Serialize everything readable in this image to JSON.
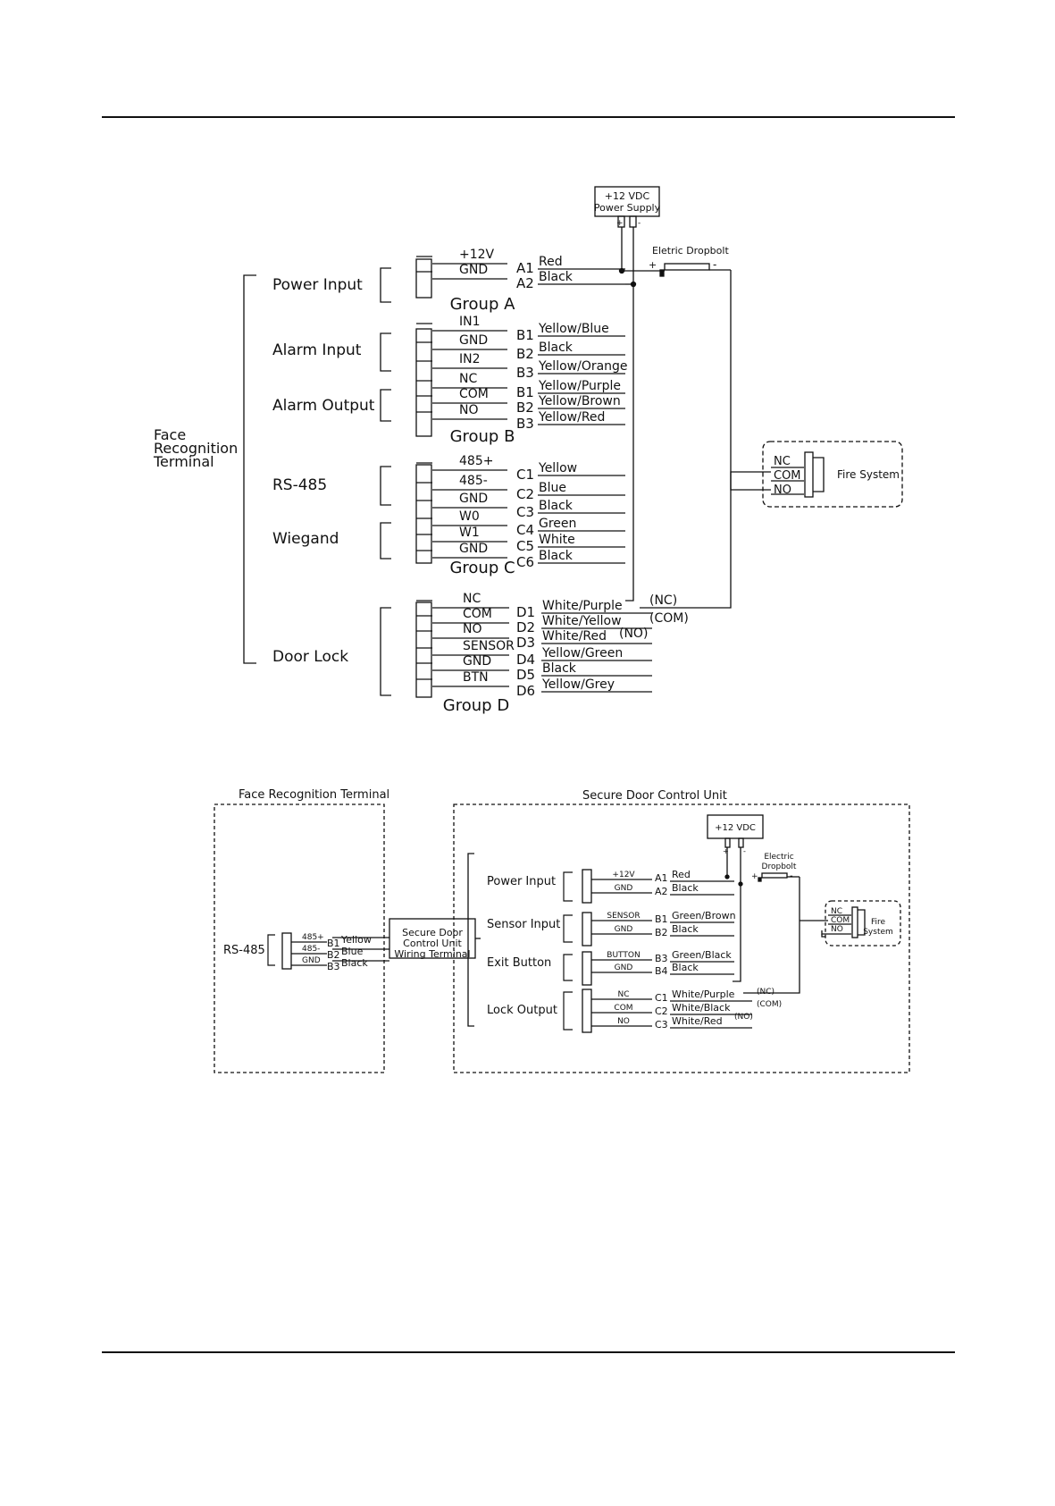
{
  "diagram1": {
    "terminal_label": [
      "Face",
      "Recognition",
      "Terminal"
    ],
    "power_supply": [
      "+12 VDC",
      "Power Supply"
    ],
    "supply_plus": "+",
    "supply_minus": "-",
    "dropbolt": "Eletric Dropbolt",
    "dropbolt_plus": "+",
    "dropbolt_minus": "-",
    "fire_system": "Fire System",
    "fire_terms": [
      "NC",
      "COM",
      "NO"
    ],
    "sections": [
      {
        "label": "Power Input"
      },
      {
        "label": "Alarm Input"
      },
      {
        "label": "Alarm Output"
      },
      {
        "label": "RS-485"
      },
      {
        "label": "Wiegand"
      },
      {
        "label": "Door Lock"
      }
    ],
    "groups": [
      "Group A",
      "Group B",
      "Group C",
      "Group D"
    ],
    "wires": [
      {
        "pin": "+12V",
        "term": "A1",
        "color": "Red"
      },
      {
        "pin": "GND",
        "term": "A2",
        "color": "Black"
      },
      {
        "pin": "IN1",
        "term": "B1",
        "color": "Yellow/Blue"
      },
      {
        "pin": "GND",
        "term": "B2",
        "color": "Black"
      },
      {
        "pin": "IN2",
        "term": "B3",
        "color": "Yellow/Orange"
      },
      {
        "pin": "NC",
        "term": "B1",
        "color": "Yellow/Purple"
      },
      {
        "pin": "COM",
        "term": "B2",
        "color": "Yellow/Brown"
      },
      {
        "pin": "NO",
        "term": "B3",
        "color": "Yellow/Red"
      },
      {
        "pin": "485+",
        "term": "C1",
        "color": "Yellow"
      },
      {
        "pin": "485-",
        "term": "C2",
        "color": "Blue"
      },
      {
        "pin": "GND",
        "term": "C3",
        "color": "Black"
      },
      {
        "pin": "W0",
        "term": "C4",
        "color": "Green"
      },
      {
        "pin": "W1",
        "term": "C5",
        "color": "White"
      },
      {
        "pin": "GND",
        "term": "C6",
        "color": "Black"
      },
      {
        "pin": "NC",
        "term": "D1",
        "color": "White/Purple"
      },
      {
        "pin": "COM",
        "term": "D2",
        "color": "White/Yellow"
      },
      {
        "pin": "NO",
        "term": "D3",
        "color": "White/Red"
      },
      {
        "pin": "SENSOR",
        "term": "D4",
        "color": "Yellow/Green"
      },
      {
        "pin": "GND",
        "term": "D5",
        "color": "Black"
      },
      {
        "pin": "BTN",
        "term": "D6",
        "color": "Yellow/Grey"
      }
    ],
    "lock_notes": [
      "(NC)",
      "(COM)",
      "(NO)"
    ]
  },
  "diagram2": {
    "frt_title": "Face Recognition Terminal",
    "sdcu_title": "Secure Door Control Unit",
    "rs485": "RS-485",
    "rs_wires": [
      {
        "pin": "485+",
        "term": "B1",
        "color": "Yellow"
      },
      {
        "pin": "485-",
        "term": "B2",
        "color": "Blue"
      },
      {
        "pin": "GND",
        "term": "B3",
        "color": "Black"
      }
    ],
    "wiring_terminal": [
      "Secure Door",
      "Control Unit",
      "Wiring Terminal"
    ],
    "power_supply": "+12 VDC",
    "supply_plus": "+",
    "supply_minus": "-",
    "dropbolt": [
      "Electric",
      "Dropbolt"
    ],
    "dropbolt_plus": "+",
    "dropbolt_minus": "-",
    "fire_terms": [
      "NC",
      "COM",
      "NO"
    ],
    "fire_label": [
      "Fire",
      "System"
    ],
    "sections": [
      {
        "label": "Power Input"
      },
      {
        "label": "Sensor Input"
      },
      {
        "label": "Exit Button"
      },
      {
        "label": "Lock Output"
      }
    ],
    "wires": [
      {
        "pin": "+12V",
        "term": "A1",
        "color": "Red"
      },
      {
        "pin": "GND",
        "term": "A2",
        "color": "Black"
      },
      {
        "pin": "SENSOR",
        "term": "B1",
        "color": "Green/Brown"
      },
      {
        "pin": "GND",
        "term": "B2",
        "color": "Black"
      },
      {
        "pin": "BUTTON",
        "term": "B3",
        "color": "Green/Black"
      },
      {
        "pin": "GND",
        "term": "B4",
        "color": "Black"
      },
      {
        "pin": "NC",
        "term": "C1",
        "color": "White/Purple"
      },
      {
        "pin": "COM",
        "term": "C2",
        "color": "White/Black"
      },
      {
        "pin": "NO",
        "term": "C3",
        "color": "White/Red"
      }
    ],
    "lock_notes": [
      "(NC)",
      "(COM)",
      "(NO)"
    ]
  }
}
